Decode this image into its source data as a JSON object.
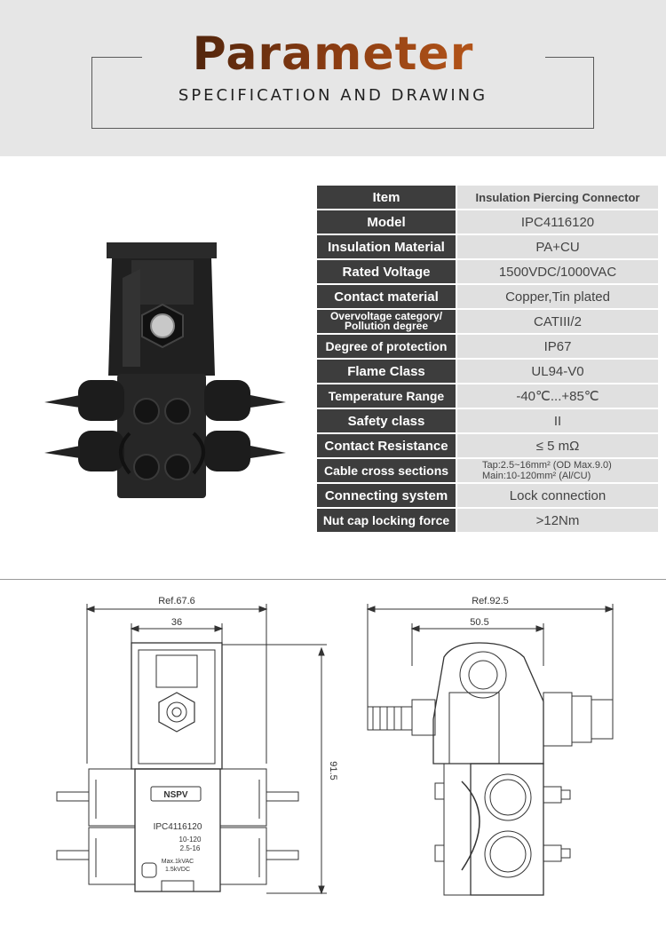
{
  "header": {
    "title": "Parameter",
    "subtitle": "SPECIFICATION AND DRAWING"
  },
  "spec_table": [
    {
      "key": "Item",
      "value": "Insulation Piercing Connector"
    },
    {
      "key": "Model",
      "value": "IPC4116120"
    },
    {
      "key": "Insulation Material",
      "value": "PA+CU"
    },
    {
      "key": "Rated Voltage",
      "value": "1500VDC/1000VAC"
    },
    {
      "key": "Contact material",
      "value": "Copper,Tin plated"
    },
    {
      "key": "Overvoltage category/ Pollution degree",
      "value": "CATIII/2"
    },
    {
      "key": "Degree of protection",
      "value": "IP67"
    },
    {
      "key": "Flame Class",
      "value": "UL94-V0"
    },
    {
      "key": "Temperature Range",
      "value": "-40℃...+85℃"
    },
    {
      "key": "Safety class",
      "value": "II"
    },
    {
      "key": "Contact Resistance",
      "value": "≤ 5 mΩ"
    },
    {
      "key": "Cable cross sections",
      "value_line1": "Tap:2.5~16mm² (OD Max.9.0)",
      "value_line2": "Main:10-120mm² (Al/CU)"
    },
    {
      "key": "Connecting system",
      "value": "Lock connection"
    },
    {
      "key": "Nut cap locking force",
      "value": ">12Nm"
    }
  ],
  "drawing": {
    "front": {
      "dim_overall": "Ref.67.6",
      "dim_inner": "36",
      "dim_height": "91.5",
      "label_brand": "NSPV",
      "label_model": "IPC4116120",
      "label_main": "10-120",
      "label_tap": "2.5-16",
      "label_voltage": "Max.1kVAC",
      "label_test": "1.5kVDC"
    },
    "side": {
      "dim_overall": "Ref.92.5",
      "dim_inner": "50.5"
    }
  }
}
